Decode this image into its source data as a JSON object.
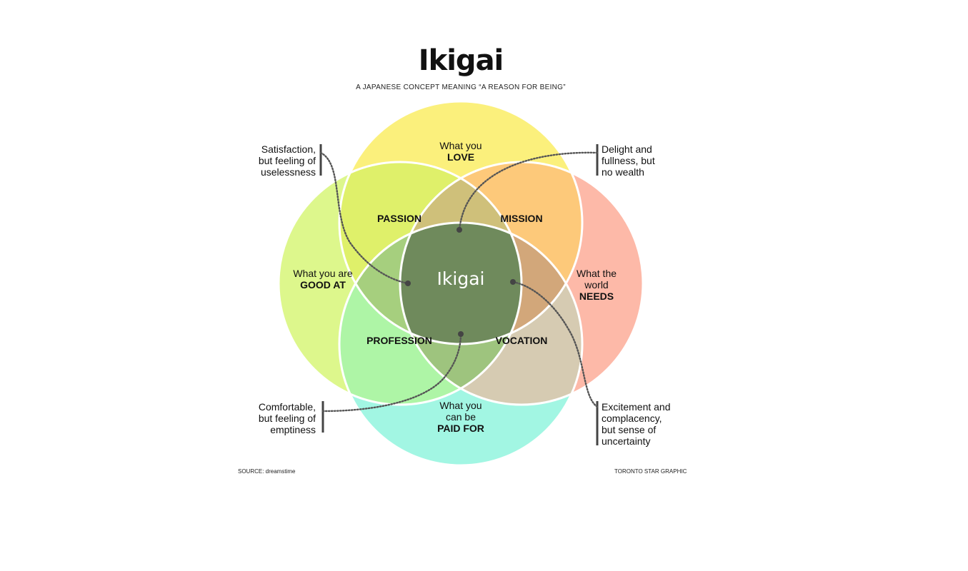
{
  "title": "Ikigai",
  "subtitle": "A JAPANESE CONCEPT MEANING “A REASON FOR BEING”",
  "circles": {
    "love": {
      "line1": "What you",
      "bold": "LOVE",
      "color": "#fbf07c"
    },
    "good_at": {
      "line1": "What you are",
      "bold": "GOOD AT",
      "color": "#ddf78c"
    },
    "world_needs": {
      "line1": "What the",
      "line2": "world",
      "bold": "NEEDS",
      "color": "#fdb9a8"
    },
    "paid_for": {
      "line1": "What you",
      "line2": "can be",
      "bold": "PAID FOR",
      "color": "#a2f6e3"
    }
  },
  "intersections": {
    "passion": {
      "label": "PASSION",
      "color": "#dff06a"
    },
    "mission": {
      "label": "MISSION",
      "color": "#fdc97a"
    },
    "profession": {
      "label": "PROFESSION",
      "color": "#aef5a6"
    },
    "vocation": {
      "label": "VOCATION",
      "color": "#d6cbb2"
    }
  },
  "center": {
    "label": "Ikigai",
    "color": "#6f8a5c"
  },
  "notes": {
    "top_left": [
      "Satisfaction,",
      "but feeling of",
      "uselessness"
    ],
    "top_right": [
      "Delight and",
      "fullness, but",
      "no wealth"
    ],
    "bottom_left": [
      "Comfortable,",
      "but feeling of",
      "emptiness"
    ],
    "bottom_right": [
      "Excitement and",
      "complacency,",
      "but sense of",
      "uncertainty"
    ]
  },
  "footer": {
    "source": "SOURCE: dreamstime",
    "credit": "TORONTO STAR GRAPHIC"
  }
}
